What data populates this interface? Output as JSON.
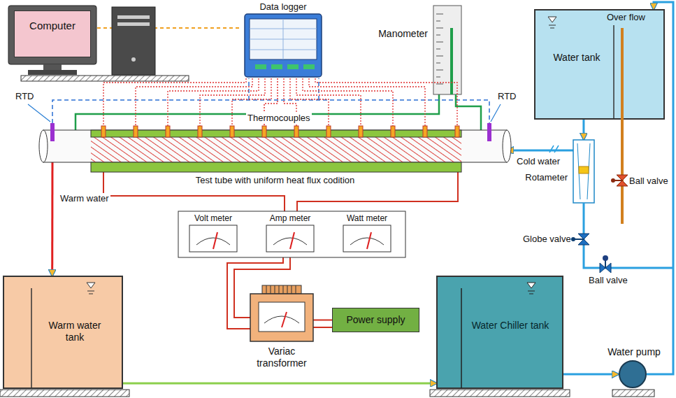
{
  "diagram": {
    "nodes": [
      {
        "text": [
          "Computer"
        ]
      },
      {
        "text": [
          "Data logger"
        ]
      },
      {
        "text": [
          "Manometer"
        ]
      },
      {
        "text": [
          "Test tube with uniform heat flux codition"
        ]
      },
      {
        "text": [
          "Water tank"
        ]
      },
      {
        "text": [
          "Rotameter"
        ]
      },
      {
        "text": [
          "Volt meter"
        ]
      },
      {
        "text": [
          "Amp meter"
        ]
      },
      {
        "text": [
          "Watt meter"
        ]
      },
      {
        "text": [
          "Variac transformer"
        ]
      },
      {
        "text": [
          "Power supply"
        ]
      },
      {
        "text": [
          "Warm water tank"
        ]
      },
      {
        "text": [
          "Water Chiller tank"
        ]
      },
      {
        "text": [
          "Water pump"
        ]
      }
    ],
    "edges": [
      {
        "from": 0,
        "to": 1,
        "arrow": "none"
      },
      {
        "from": 1,
        "to": 3,
        "arrow": "none"
      },
      {
        "from": 2,
        "to": 3,
        "arrow": "none"
      },
      {
        "from": 4,
        "to": 5,
        "arrow": "to"
      },
      {
        "from": 5,
        "to": 3,
        "label": "Cold water",
        "arrow": "to"
      },
      {
        "from": 3,
        "to": 11,
        "label": "Warm water",
        "arrow": "to"
      },
      {
        "from": 11,
        "to": 12,
        "arrow": "to"
      },
      {
        "from": 12,
        "to": 13,
        "arrow": "to"
      },
      {
        "from": 13,
        "to": 4,
        "arrow": "to"
      },
      {
        "from": 10,
        "to": 9,
        "arrow": "none"
      },
      {
        "from": 9,
        "to": 7,
        "arrow": "none"
      },
      {
        "from": 7,
        "to": 3,
        "arrow": "none"
      }
    ],
    "labels": [
      "RTD",
      "RTD",
      "Thermocouples",
      "Over flow",
      "Ball valve",
      "Ball valve",
      "Globe valve"
    ]
  }
}
